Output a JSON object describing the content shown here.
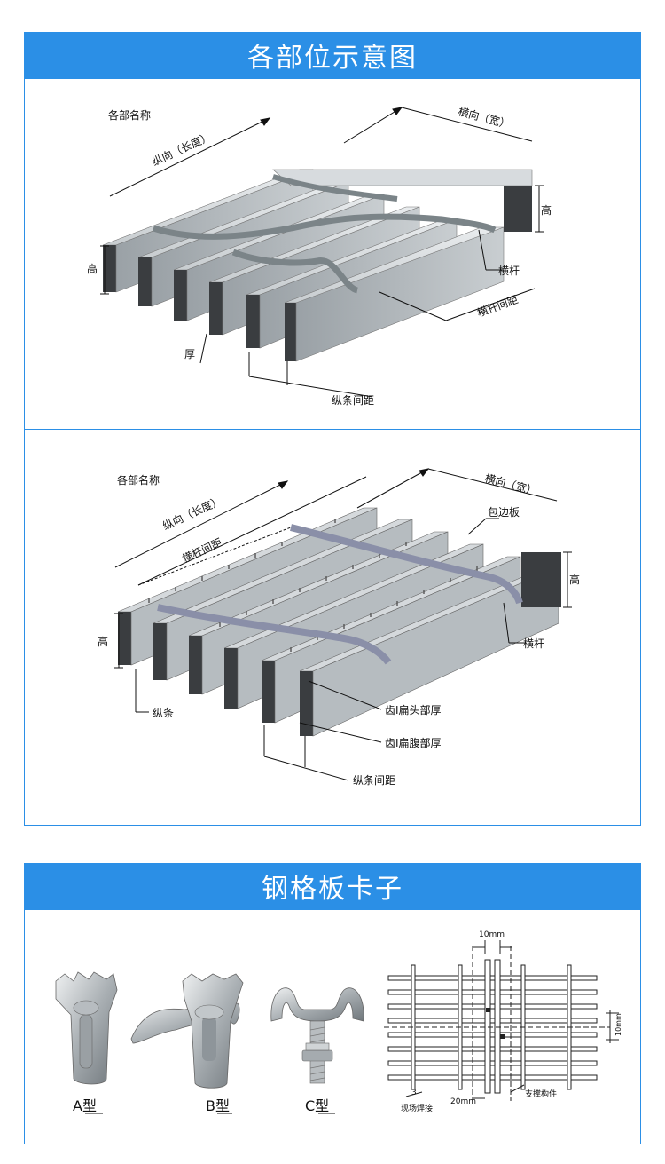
{
  "section1": {
    "title": "各部位示意图",
    "diagram1": {
      "name_label": "各部名称",
      "longitudinal": "纵向（长度）",
      "transverse": "横向（宽）",
      "height_right": "高",
      "height_left": "高",
      "crossbar": "横杆",
      "crossbar_spacing": "横杆间距",
      "thickness": "厚",
      "bar_spacing": "纵条间距"
    },
    "diagram2": {
      "name_label": "各部名称",
      "longitudinal": "纵向（长度）",
      "crossbar_spacing": "横杆间距",
      "transverse": "横向（宽）",
      "edge_plate": "包边板",
      "height_right": "高",
      "height_left": "高",
      "crossbar": "横杆",
      "bearing_bar": "纵条",
      "tooth_head": "齿Ⅰ扁头部厚",
      "tooth_web": "齿Ⅰ扁腹部厚",
      "bar_spacing": "纵条间距"
    }
  },
  "section2": {
    "title": "钢格板卡子",
    "clip_a": "A型",
    "clip_b": "B型",
    "clip_c": "C型",
    "drawing": {
      "dim_top": "10mm",
      "dim_right": "10mm",
      "dim_bottom": "20mm",
      "weld_num": "3",
      "weld_label": "现场焊接",
      "support_label": "支撑构件"
    }
  }
}
